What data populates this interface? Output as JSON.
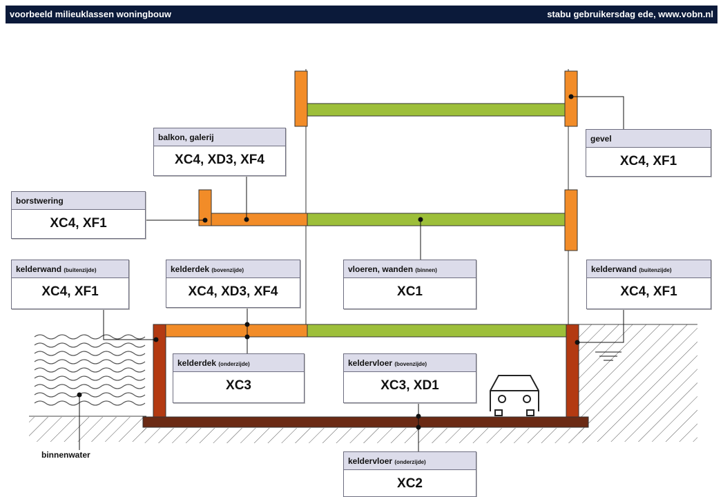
{
  "header": {
    "left_title": "voorbeeld milieuklassen woningbouw",
    "right_title": "stabu gebruikersdag ede, www.vobn.nl"
  },
  "colors": {
    "header_bg": "#0b1a3a",
    "exterior": "#f28c28",
    "interior": "#9dbf3a",
    "basement_wall": "#b33a12",
    "foundation": "#6b2a14",
    "box_header": "#dcdcea"
  },
  "icons": [
    "car-icon",
    "water-waves-icon",
    "ground-hatch-icon"
  ],
  "boxes": {
    "gevel": {
      "title": "gevel",
      "sub": "",
      "value": "XC4, XF1"
    },
    "balkon": {
      "title": "balkon, galerij",
      "sub": "",
      "value": "XC4, XD3, XF4"
    },
    "borstwering": {
      "title": "borstwering",
      "sub": "",
      "value": "XC4, XF1"
    },
    "kelderwand_left": {
      "title": "kelderwand",
      "sub": "(buitenzijde)",
      "value": "XC4, XF1"
    },
    "kelderdek_top": {
      "title": "kelderdek",
      "sub": "(bovenzijde)",
      "value": "XC4, XD3, XF4"
    },
    "vloeren": {
      "title": "vloeren, wanden",
      "sub": "(binnen)",
      "value": "XC1"
    },
    "kelderwand_right": {
      "title": "kelderwand",
      "sub": "(buitenzijde)",
      "value": "XC4, XF1"
    },
    "kelderdek_bottom": {
      "title": "kelderdek",
      "sub": "(onderzijde)",
      "value": "XC3"
    },
    "keldervloer_top": {
      "title": "keldervloer",
      "sub": "(bovenzijde)",
      "value": "XC3, XD1"
    },
    "keldervloer_bottom": {
      "title": "keldervloer",
      "sub": "(onderzijde)",
      "value": "XC2"
    }
  },
  "labels": {
    "binnenwater": "binnenwater"
  }
}
